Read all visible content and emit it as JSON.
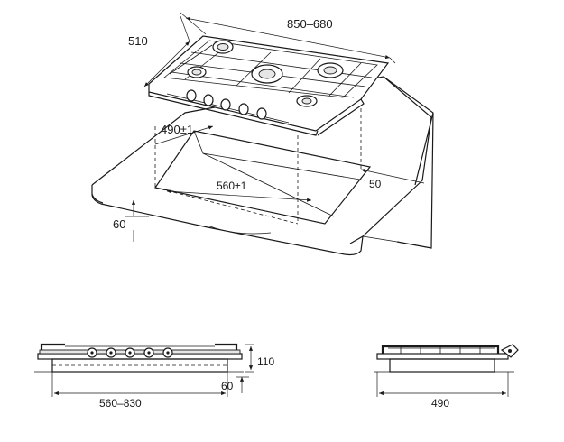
{
  "main_view": {
    "dim_width": "850–680",
    "dim_depth": "510",
    "dim_cutout_depth": "490±1",
    "dim_cutout_width": "560±1",
    "dim_back_clearance": "50",
    "dim_front_clearance": "60"
  },
  "front_view": {
    "dim_height": "110",
    "dim_below": "60",
    "dim_width": "560–830"
  },
  "side_view": {
    "dim_depth": "490"
  },
  "colors": {
    "line": "#1a1a1a",
    "background": "#ffffff"
  }
}
